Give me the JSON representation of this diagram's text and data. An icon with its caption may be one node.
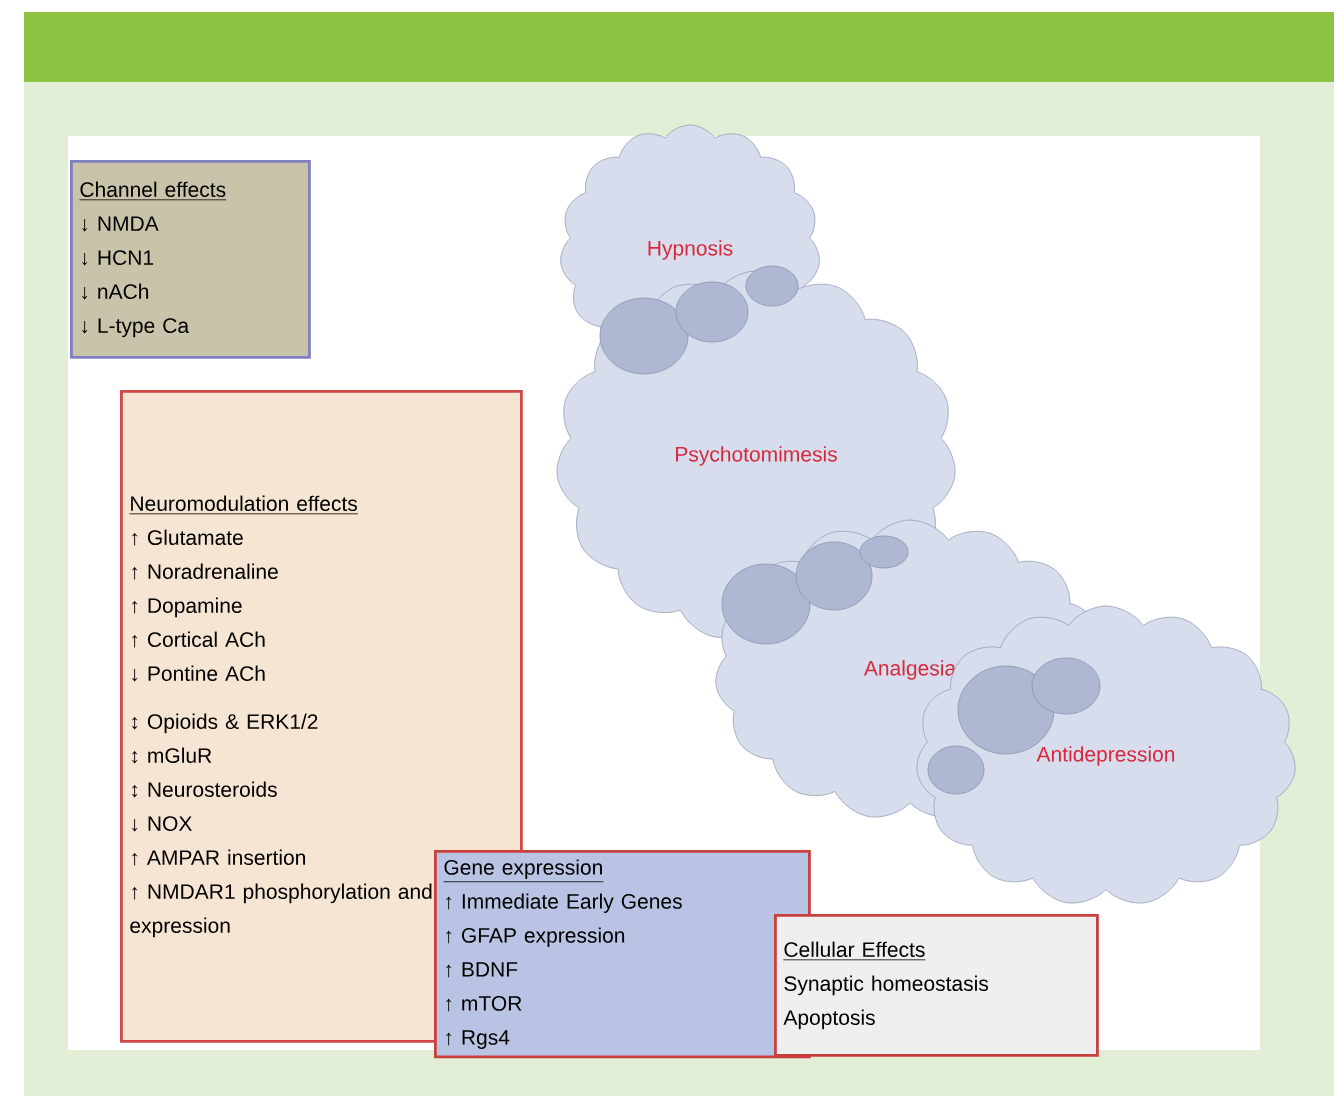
{
  "diagram": {
    "nodes": [
      {
        "text": [
          "Channel effects",
          "↓ NMDA",
          "↓ HCN1",
          "↓ nACh",
          "↓ L-type Ca"
        ]
      },
      {
        "text": [
          "Hypnosis"
        ]
      },
      {
        "text": [
          "Neuromodulation effects",
          "↑ Glutamate",
          "↑ Noradrenaline",
          "↑ Dopamine",
          "↑ Cortical ACh",
          "↓ Pontine ACh",
          "↕ Opioids & ERK1/2",
          "↕ mGluR",
          "↕ Neurosteroids",
          "↓ NOX",
          "↑ AMPAR insertion",
          "↑ NMDAR1 phosphorylation and expression"
        ]
      },
      {
        "text": [
          "Psychotomimesis"
        ]
      },
      {
        "text": [
          "Analgesia"
        ]
      },
      {
        "text": [
          "Antidepression"
        ]
      },
      {
        "text": [
          "Gene expression",
          "↑ Immediate Early Genes",
          "↑ GFAP expression",
          "↑ BDNF",
          "↑ mTOR",
          "↑ Rgs4"
        ]
      },
      {
        "text": [
          "Cellular Effects",
          "Synaptic homeostasis",
          "Apoptosis"
        ]
      }
    ]
  }
}
